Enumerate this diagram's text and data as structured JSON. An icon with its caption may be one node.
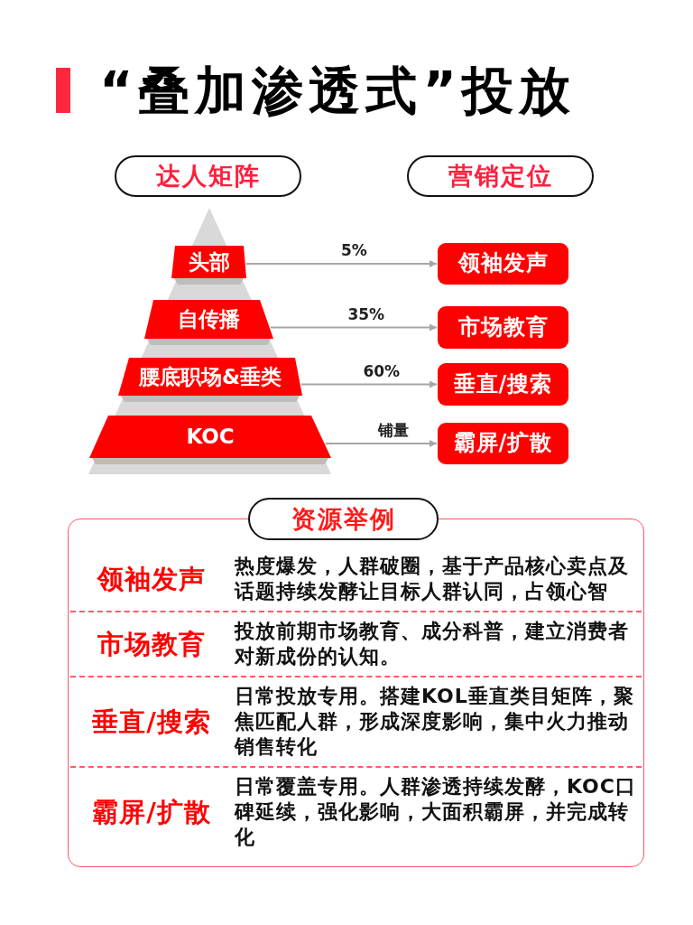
{
  "diagram": {
    "title": "“叠加渗透式”投放",
    "nodes": [
      {
        "text": [
          "达人矩阵"
        ]
      },
      {
        "text": [
          "营销定位"
        ]
      },
      {
        "text": [
          "头部"
        ]
      },
      {
        "text": [
          "自传播"
        ]
      },
      {
        "text": [
          "腰底职场&垂类"
        ]
      },
      {
        "text": [
          "KOC"
        ]
      },
      {
        "text": [
          "领袖发声"
        ]
      },
      {
        "text": [
          "市场教育"
        ]
      },
      {
        "text": [
          "垂直/搜索"
        ]
      },
      {
        "text": [
          "霸屏/扩散"
        ]
      },
      {
        "text": [
          "资源举例"
        ]
      }
    ],
    "edges": [
      {
        "from": 2,
        "to": 6,
        "arrow": "to",
        "label": "5%"
      },
      {
        "from": 3,
        "to": 7,
        "arrow": "to",
        "label": "35%"
      },
      {
        "from": 4,
        "to": 8,
        "arrow": "to",
        "label": "60%"
      },
      {
        "from": 5,
        "to": 9,
        "arrow": "to",
        "label": "铺量"
      }
    ],
    "labels": [
      "领袖发声",
      "热度爆发，人群破圈，基于产品核心卖点及话题持续发酵让目标人群认同，占领心智",
      "市场教育",
      "投放前期市场教育、成分科普，建立消费者对新成份的认知。",
      "垂直/搜索",
      "日常投放专用。搭建KOL垂直类目矩阵，聚焦匹配人群，形成深度影响，集中火力推动销售转化",
      "霸屏/扩散",
      "日常覆盖专用。人群渗透持续发酵，KOC口碑延续，强化影响，大面积霸屏，并完成转化"
    ]
  }
}
